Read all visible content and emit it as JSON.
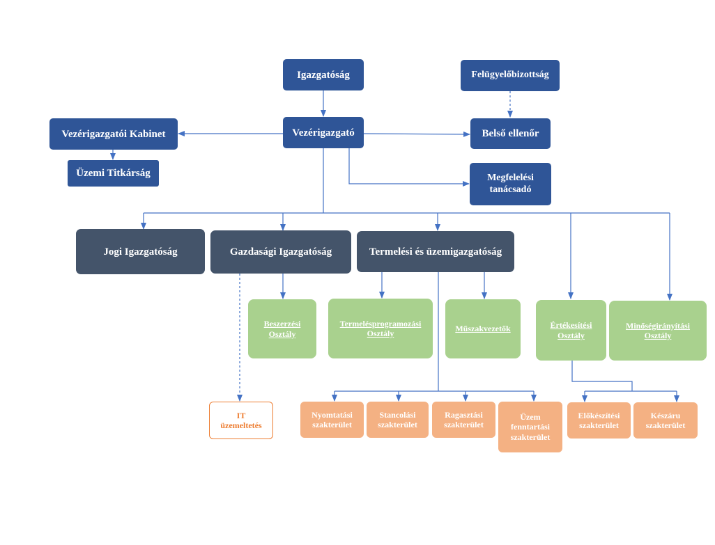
{
  "board": {
    "igazgatosag": "Igazgatóság",
    "felugyelo": "Felügyelőbizottság",
    "vezerigazgato": "Vezérigazgató",
    "kabinet": "Vezérigazgatói Kabinet",
    "titkarsag": "Üzemi Titkárság",
    "belso_ellenor": "Belső ellenőr",
    "megfelelesi": [
      "Megfelelési",
      "tanácsadó"
    ]
  },
  "directorates": {
    "jogi": "Jogi Igazgatóság",
    "gazdasagi": "Gazdasági Igazgatóság",
    "termelesi": "Termelési és üzemigazgatóság"
  },
  "departments": {
    "beszerzesi": [
      "Beszerzési",
      "Osztály"
    ],
    "termelesprog": [
      "Termelésprogramozási",
      "Osztály"
    ],
    "muszakvezetok": "Műszakvezetők",
    "ertekesitesi": [
      "Értékesítési",
      "Osztály"
    ],
    "minoseg": [
      "Minőségirányítási",
      "Osztály"
    ]
  },
  "units": {
    "it": [
      "IT",
      "üzemeltetés"
    ],
    "nyomtatasi": [
      "Nyomtatási",
      "szakterület"
    ],
    "stancolasi": [
      "Stancolási",
      "szakterület"
    ],
    "ragasztasi": [
      "Ragasztási",
      "szakterület"
    ],
    "uzem": [
      "Üzem",
      "fenntartási",
      "szakterület"
    ],
    "elokeszitesi": [
      "Előkészítési",
      "szakterület"
    ],
    "keszaru": [
      "Készáru",
      "szakterület"
    ]
  },
  "colors": {
    "navy": "#2f5597",
    "slate": "#44546a",
    "green": "#a9d18e",
    "peach": "#f4b183",
    "orange": "#ed7d31",
    "line": "#4472c4"
  }
}
